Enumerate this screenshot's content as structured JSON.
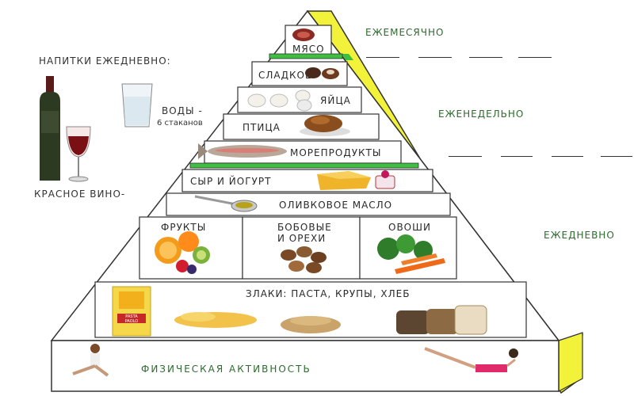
{
  "frequency": {
    "monthly": "ЕЖЕМЕСЯЧНО",
    "weekly": "ЕЖЕНЕДЕЛЬНО",
    "daily": "ЕЖЕДНЕВНО"
  },
  "drinks": {
    "title": "НАПИТКИ ЕЖЕДНЕВНО:",
    "water_label": "ВОДЫ -",
    "water_amount": "6 стаканов",
    "wine_label": "КРАСНОЕ ВИНО-"
  },
  "tiers": {
    "meat": "МЯСО",
    "sweets": "СЛАДКОЕ",
    "eggs": "ЯЙЦА",
    "poultry": "ПТИЦА",
    "seafood": "МОРЕПРОДУКТЫ",
    "cheese_yogurt": "СЫР И ЙОГУРТ",
    "olive_oil": "ОЛИВКОВОЕ МАСЛО",
    "fruits": "ФРУКТЫ",
    "legumes_line1": "БОБОВЫЕ",
    "legumes_line2": "И ОРЕХИ",
    "vegetables": "ОВОШИ",
    "grains": "ЗЛАКИ: ПАСТА, КРУПЫ, ХЛЕБ"
  },
  "base": {
    "activity": "ФИЗИЧЕСКАЯ АКТИВНОСТЬ"
  },
  "product": {
    "pasta_brand_line1": "PASTA",
    "pasta_brand_line2": "PAOLO"
  },
  "colors": {
    "label_green": "#2e6b2e",
    "band_green": "#3fbf3f",
    "side_yellow": "#f2f23a",
    "outline": "#333333"
  },
  "icons": [
    "wine-bottle-icon",
    "wine-glass-icon",
    "water-glass-icon",
    "steak-icon",
    "candy-icon",
    "eggs-icon",
    "roast-chicken-icon",
    "fish-icon",
    "cheese-icon",
    "yogurt-icon",
    "olive-oil-spoon-icon",
    "fruits-icon",
    "nuts-icon",
    "vegetables-icon",
    "pasta-icon",
    "grains-icon",
    "bread-icon",
    "woman-exercising-icon"
  ]
}
